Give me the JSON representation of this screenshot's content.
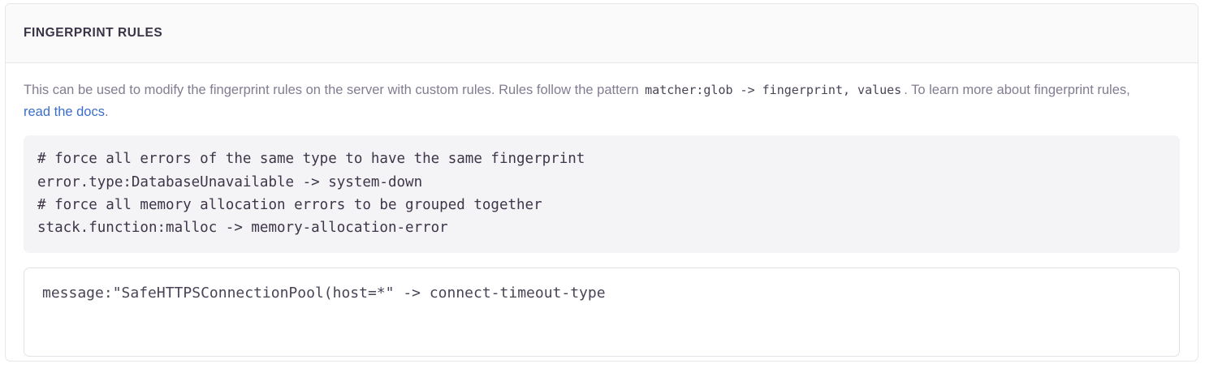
{
  "panel": {
    "title": "FINGERPRINT RULES",
    "description": {
      "lead": "This can be used to modify the fingerprint rules on the server with custom rules. Rules follow the pattern",
      "inline_code": "matcher:glob -> fingerprint, values",
      "middle": ". To learn more about fingerprint rules,",
      "link_label": "read the docs",
      "trailing": "."
    },
    "example_code": "# force all errors of the same type to have the same fingerprint\nerror.type:DatabaseUnavailable -> system-down\n# force all memory allocation errors to be grouped together\nstack.function:malloc -> memory-allocation-error",
    "rule_input": {
      "value": "message:\"SafeHTTPSConnectionPool(host=*\" -> connect-timeout-type",
      "placeholder": ""
    }
  },
  "colors": {
    "panel_border": "#e7e6eb",
    "header_bg": "#fafafb",
    "title_text": "#3b3346",
    "body_text": "#837c91",
    "code_bg": "#f4f4f6",
    "code_text": "#3e3549",
    "link": "#3b6ecc",
    "input_border": "#e2e1e8"
  }
}
